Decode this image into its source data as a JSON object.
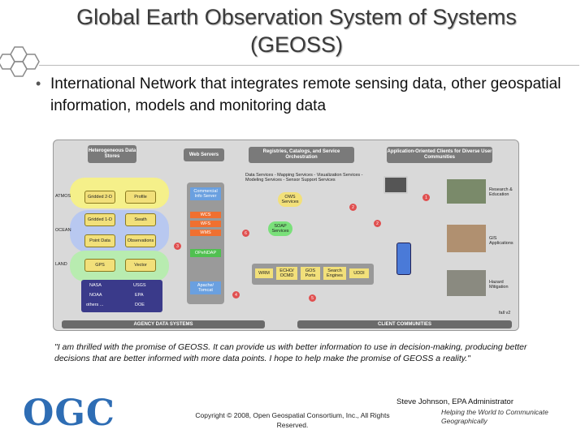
{
  "slide": {
    "title_line1": "Global Earth Observation System of Systems",
    "title_line2": "(GEOSS)",
    "bullet": "International Network that integrates remote sensing data, other geospatial information, models and monitoring data",
    "quote": "\"I am thrilled with the promise of GEOSS. It can provide us with better information to use in decision-making, producing better decisions that are better informed with more data points. I hope to help make the promise of GEOSS a reality.\"",
    "attribution": "Steve Johnson, EPA Administrator",
    "tagline": "Helping the World to Communicate Geographically",
    "copyright": "Copyright © 2008, Open Geospatial Consortium, Inc., All Rights Reserved.",
    "logo_text": "OGC",
    "logo_mark": "®"
  },
  "diagram": {
    "headers": {
      "data_stores": "Heterogeneous Data Stores",
      "web_servers": "Web Servers",
      "registries": "Registries, Catalogs, and Service Orchestration",
      "clients": "Application-Oriented Clients for Diverse User Communities"
    },
    "data_services": "Data Services - Mapping Services - Visualization Services - Modeling Services - Sensor Support Services",
    "rows": {
      "atmos": "ATMOS",
      "ocean": "OCEAN",
      "land": "LAND"
    },
    "stores": {
      "gridded_2d": "Gridded 2-D",
      "profile": "Profile",
      "gridded_1d": "Gridded 1-D",
      "swath": "Swath",
      "point_data": "Point Data",
      "observations": "Observations",
      "gps": "GPS",
      "vector": "Vector",
      "nasa": "NASA",
      "usgs": "USGS",
      "noaa": "NOAA",
      "epa": "EPA",
      "others": "others ...",
      "doe": "DOE"
    },
    "servers": {
      "commercial": "Commercial Info Server",
      "wcs": "WCS",
      "wfs": "WFS",
      "wms": "WMS",
      "opendap": "OPeNDAP",
      "apache": "Apache/ Tomcat"
    },
    "registry": {
      "ows": "OWS Services",
      "soap": "SOAP Services",
      "wrm": "WRM",
      "echo": "ECHO/ OCMD",
      "gos": "GOS Ports",
      "search": "Search Engines",
      "uddi": "UDDI"
    },
    "clients": {
      "research": "Research & Education",
      "gis": "GIS Applications",
      "hazard": "Hazard Mitigation"
    },
    "markers": [
      "1",
      "2",
      "2",
      "3",
      "4",
      "5",
      "6"
    ],
    "footer_left": "AGENCY DATA SYSTEMS",
    "footer_right": "CLIENT COMMUNITIES",
    "version": "fall v2"
  }
}
